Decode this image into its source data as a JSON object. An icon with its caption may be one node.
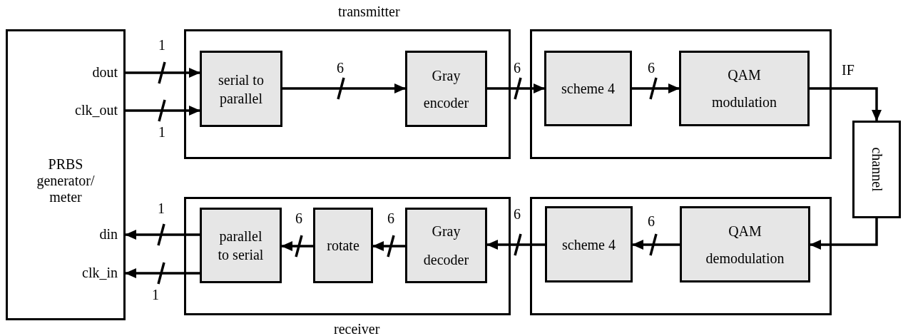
{
  "diagram": {
    "nodes": [
      {
        "text": [
          "dout",
          "clk_out",
          "PRBS generator/ meter",
          "din",
          "clk_in"
        ]
      },
      {
        "text": [],
        "shape": "box"
      },
      {
        "text": [
          "serial to parallel"
        ],
        "in": 1
      },
      {
        "text": [
          "Gray encoder"
        ],
        "in": 1
      },
      {
        "text": [],
        "shape": "box"
      },
      {
        "text": [
          "scheme 4"
        ],
        "in": 4
      },
      {
        "text": [
          "QAM modulation"
        ],
        "in": 4
      },
      {
        "text": [
          "channel"
        ]
      },
      {
        "text": [],
        "shape": "box"
      },
      {
        "text": [
          "parallel to serial"
        ],
        "in": 8
      },
      {
        "text": [
          "rotate"
        ],
        "in": 8
      },
      {
        "text": [
          "Gray decoder"
        ],
        "in": 8
      },
      {
        "text": [],
        "shape": "box"
      },
      {
        "text": [
          "scheme 4"
        ],
        "in": 12
      },
      {
        "text": [
          "QAM demodulation"
        ],
        "in": 12
      }
    ],
    "edges": [
      {
        "from": 0,
        "to": 2,
        "arrow": "to",
        "label": "1"
      },
      {
        "from": 0,
        "to": 2,
        "arrow": "to",
        "label": "1"
      },
      {
        "from": 2,
        "to": 3,
        "arrow": "to",
        "label": "6"
      },
      {
        "from": 3,
        "to": 5,
        "arrow": "to",
        "label": "6"
      },
      {
        "from": 5,
        "to": 6,
        "arrow": "to",
        "label": "6"
      },
      {
        "from": 6,
        "to": 7,
        "arrow": "to",
        "label": "IF"
      },
      {
        "from": 7,
        "to": 14,
        "arrow": "to"
      },
      {
        "from": 14,
        "to": 13,
        "arrow": "to",
        "label": "6"
      },
      {
        "from": 13,
        "to": 11,
        "arrow": "to",
        "label": "6"
      },
      {
        "from": 11,
        "to": 10,
        "arrow": "to",
        "label": "6"
      },
      {
        "from": 10,
        "to": 9,
        "arrow": "to",
        "label": "6"
      },
      {
        "from": 9,
        "to": 0,
        "arrow": "to",
        "label": "1"
      },
      {
        "from": 9,
        "to": 0,
        "arrow": "to",
        "label": "1"
      }
    ],
    "labels": [
      "transmitter",
      "receiver"
    ]
  }
}
